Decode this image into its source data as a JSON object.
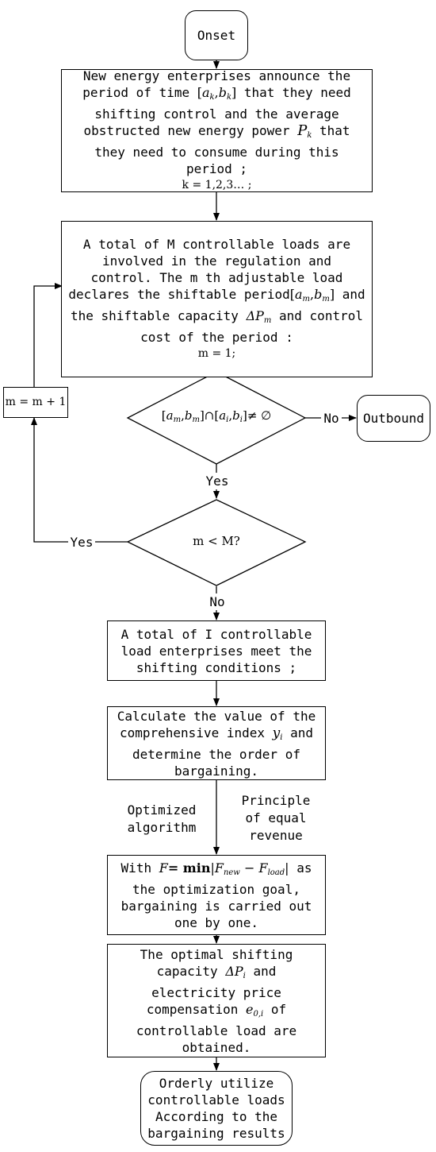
{
  "nodes": {
    "onset": "Onset",
    "announce": {
      "line1": "New energy enterprises announce the",
      "line2_pre": "period of time",
      "line2_post": "that they need",
      "interval_a": "a",
      "interval_b": "b",
      "sub_k": "k",
      "line3": "shifting control and the average",
      "line4_pre": "obstructed new energy power",
      "line4_post": "that",
      "power_symbol": "P",
      "line5": "they need to consume during this",
      "line6": "period ;",
      "line7": "k = 1,2,3… ;"
    },
    "loads": {
      "line1": "A total of M controllable loads are",
      "line2": "involved in the regulation and",
      "line3": "control. The m th adjustable load",
      "line4_pre": "declares the shiftable period",
      "sub_m": "m",
      "line5_pre": "the shiftable capacity",
      "delta_p": "ΔP",
      "line5_post": "and control",
      "line6": "cost of the period :",
      "line7": "m = 1;"
    },
    "increment": "m = m + 1",
    "intersect": {
      "a_m": "a",
      "b_m": "b",
      "a_i": "a",
      "b_i": "b",
      "sub_m": "m",
      "sub_i": "i",
      "rel": "≠ ∅"
    },
    "outbound": "Outbound",
    "compare": "m < M?",
    "meet": {
      "line1": "A total of I controllable",
      "line2": "load enterprises meet the",
      "line3": "shifting conditions ;"
    },
    "calc": {
      "line1": "Calculate the value of the",
      "line2_pre": "comprehensive index",
      "y": "y",
      "sub_i": "i",
      "line2_post": "and",
      "line3": "determine the order of",
      "line4": "bargaining."
    },
    "optimize": {
      "with": "With",
      "F": "F",
      "eq": "= min",
      "F_new": "F",
      "sub_new": "new",
      "F_load": "F",
      "sub_load": "load",
      "as": "as",
      "line2": "the optimization goal,",
      "line3": "bargaining is carried out",
      "line4": "one by one."
    },
    "result": {
      "line1": "The optimal shifting",
      "line2_pre": "capacity",
      "delta_p": "ΔP",
      "sub_i": "i",
      "line2_post": "and",
      "line3": "electricity price",
      "line4_pre": "compensation",
      "e": "e",
      "sub_e": "0,i",
      "line4_post": "of",
      "line5": "controllable load are",
      "line6": "obtained."
    },
    "final": {
      "line1": "Orderly utilize",
      "line2": "controllable loads",
      "line3": "According to the",
      "line4": "bargaining results"
    }
  },
  "edge_labels": {
    "no_outbound": "No",
    "yes_down": "Yes",
    "yes_loop": "Yes",
    "no_down": "No",
    "optimized": [
      "Optimized",
      "algorithm"
    ],
    "principle": [
      "Principle",
      "of equal",
      "revenue"
    ]
  }
}
